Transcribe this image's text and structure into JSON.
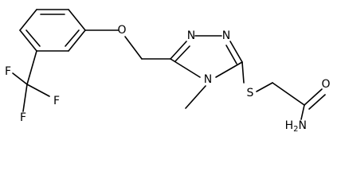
{
  "molecule": {
    "atoms": {
      "O_ether": "O",
      "N_top_left": "N",
      "N_top_right": "N",
      "N_methyl": "N",
      "S": "S",
      "O_carbonyl": "O",
      "H2N": "H2N",
      "F_top": "F",
      "F_left": "F",
      "F_right": "F"
    },
    "colors": {
      "ink": "#000000",
      "background": "#ffffff"
    }
  }
}
